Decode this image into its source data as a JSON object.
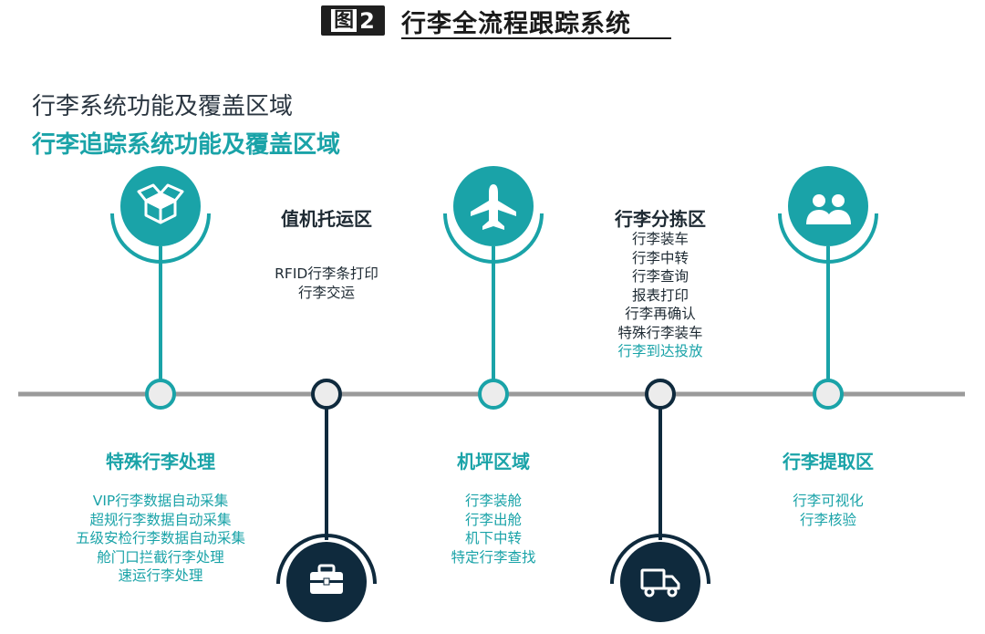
{
  "figure": {
    "badge_text": "图",
    "badge_number": "2",
    "title": "行李全流程跟踪系统"
  },
  "headings": {
    "primary": "行李系统功能及覆盖区域",
    "secondary": "行李追踪系统功能及覆盖区域"
  },
  "colors": {
    "teal": "#1aa3a8",
    "navy": "#0f2a3d",
    "timeline_gray": "#9a9a9a",
    "node_fill": "#ececec",
    "text_dark": "#1e2a33"
  },
  "stages": [
    {
      "id": "special-baggage",
      "icon": "box-icon",
      "title": "特殊行李处理",
      "items": [
        "VIP行李数据自动采集",
        "超规行李数据自动采集",
        "五级安检行李数据自动采集",
        "舱门口拦截行李处理",
        "速运行李处理"
      ],
      "highlight_last": false
    },
    {
      "id": "check-in",
      "icon": "briefcase-icon",
      "title": "值机托运区",
      "items": [
        "RFID行李条打印",
        "行李交运"
      ],
      "highlight_last": false
    },
    {
      "id": "apron",
      "icon": "airplane-icon",
      "title": "机坪区域",
      "items": [
        "行李装舱",
        "行李出舱",
        "机下中转",
        "特定行李查找"
      ],
      "highlight_last": false
    },
    {
      "id": "sorting",
      "icon": "truck-icon",
      "title": "行李分拣区",
      "items": [
        "行李装车",
        "行李中转",
        "行李查询",
        "报表打印",
        "行李再确认",
        "特殊行李装车",
        "行李到达投放"
      ],
      "highlight_last": true
    },
    {
      "id": "claim",
      "icon": "people-icon",
      "title": "行李提取区",
      "items": [
        "行李可视化",
        "行李核验"
      ],
      "highlight_last": false
    }
  ]
}
